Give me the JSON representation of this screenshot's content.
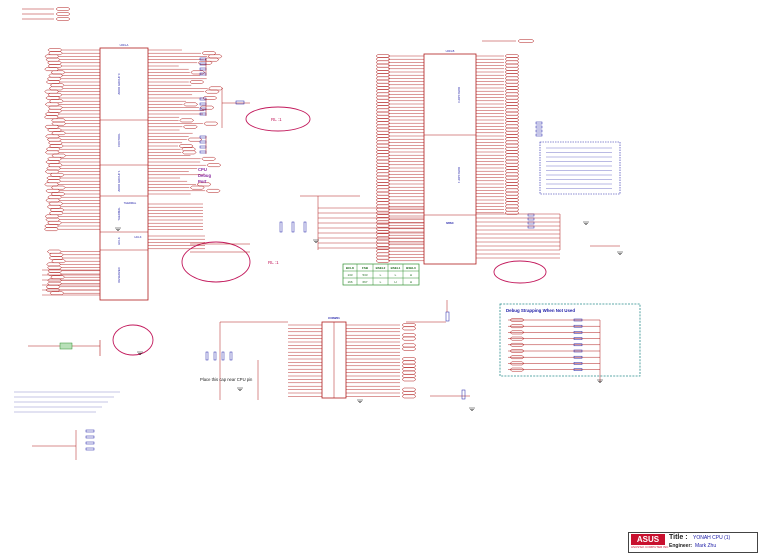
{
  "schematic": {
    "colors": {
      "wire": "#b01c1c",
      "bus_label": "#b01c1c",
      "part": "#1a1aa6",
      "highlight_ellipse": "#c2185b",
      "table_border": "#2f8f2f",
      "strap_box": "#2a8c8c"
    },
    "cpu_block": {
      "ref": "U201-A",
      "sections": [
        "ADDR GROUP 0",
        "CONTROL",
        "ADDR GROUP 1",
        "THERMAL",
        "HCLK",
        "RESERVED"
      ],
      "debug_label": "CPU Debug Port",
      "rl_label_top": "RL :1",
      "rl_label_bottom": "RL :1"
    },
    "right_block": {
      "ref": "U201-B",
      "sections": [
        "DATA GRP 0",
        "DATA GRP 1",
        "MISC"
      ]
    },
    "header": {
      "ref": "CON201"
    },
    "freq_table": {
      "headers": [
        "BCLK",
        "FSB",
        "BSEL2",
        "BSEL1",
        "BSEL0"
      ],
      "rows": [
        [
          "133",
          "533",
          "L",
          "L",
          "H"
        ],
        [
          "166",
          "667",
          "L",
          "H",
          "H"
        ]
      ]
    },
    "debug_strap": {
      "title": "Debug Strapping When Not Used"
    },
    "notes": {
      "cap_note": "Place this cap near CPU pin"
    },
    "title_block": {
      "company_logo": "ASUS",
      "company_sub": "ASUSTeK COMPUTER INC.",
      "title_label": "Title :",
      "title_value": "YONAH CPU (1)",
      "engineer_label": "Engineer:",
      "engineer_value": "Mark Zhu"
    }
  }
}
